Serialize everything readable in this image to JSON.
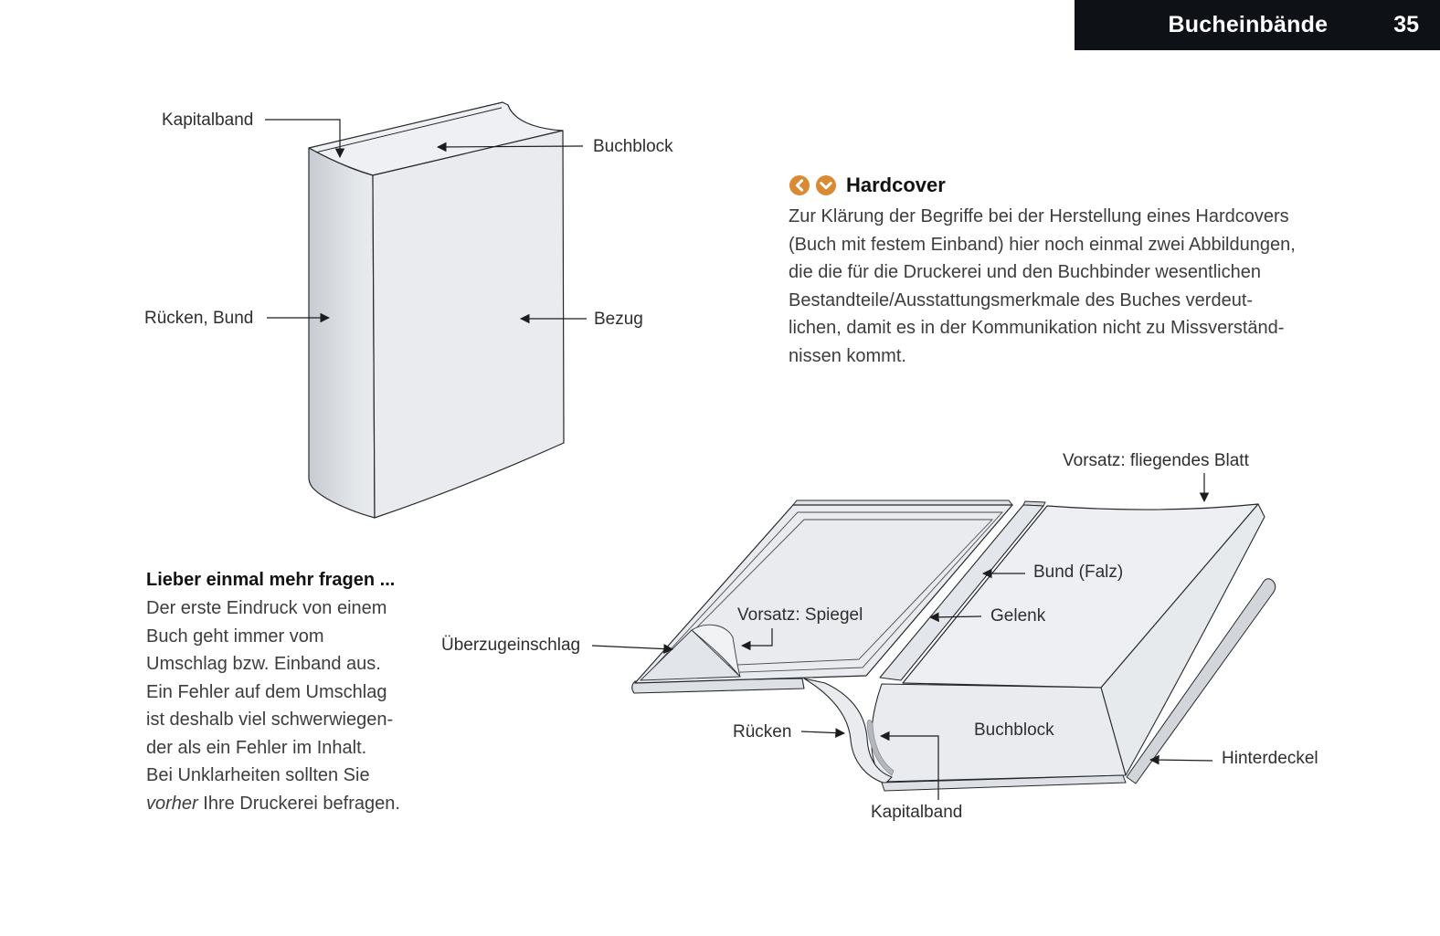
{
  "header": {
    "title": "Bucheinbände",
    "page_number": "35"
  },
  "section_hardcover": {
    "title": "Hardcover",
    "accent_color": "#d98a33",
    "icons": [
      "chevron-left",
      "chevron-down"
    ],
    "lines": [
      "Zur Klärung der Begriffe bei der Herstellung eines Hardcovers",
      "(Buch mit festem Einband) hier noch einmal zwei Abbildungen,",
      "die die für die Druckerei und den Buchbinder wesentlichen",
      "Bestandteile/Ausstattungsmerkmale des Buches verdeut-",
      "lichen, damit es in der Kommunikation nicht zu Missverständ-",
      "nissen kommt."
    ]
  },
  "sidebar_note": {
    "title": "Lieber einmal mehr fragen ...",
    "lines": [
      "Der erste Eindruck von einem",
      "Buch geht immer vom",
      "Umschlag bzw. Einband aus.",
      "Ein Fehler auf dem Umschlag",
      "ist deshalb viel schwerwiegen-",
      "der als ein Fehler im Inhalt.",
      "Bei Unklarheiten sollten Sie"
    ],
    "last_line_italic": "vorher",
    "last_line_rest": " Ihre Druckerei befragen."
  },
  "figure_closed_book": {
    "labels": {
      "kapitalband": "Kapitalband",
      "buchblock": "Buchblock",
      "ruecken_bund": "Rücken, Bund",
      "bezug": "Bezug"
    }
  },
  "figure_open_book": {
    "labels": {
      "vorsatz_fliegendes_blatt": "Vorsatz: fliegendes Blatt",
      "bund_falz": "Bund (Falz)",
      "gelenk": "Gelenk",
      "vorsatz_spiegel": "Vorsatz: Spiegel",
      "ueberzugeinschlag": "Überzugeinschlag",
      "ruecken": "Rücken",
      "buchblock": "Buchblock",
      "kapitalband": "Kapitalband",
      "hinterdeckel": "Hinterdeckel"
    }
  }
}
